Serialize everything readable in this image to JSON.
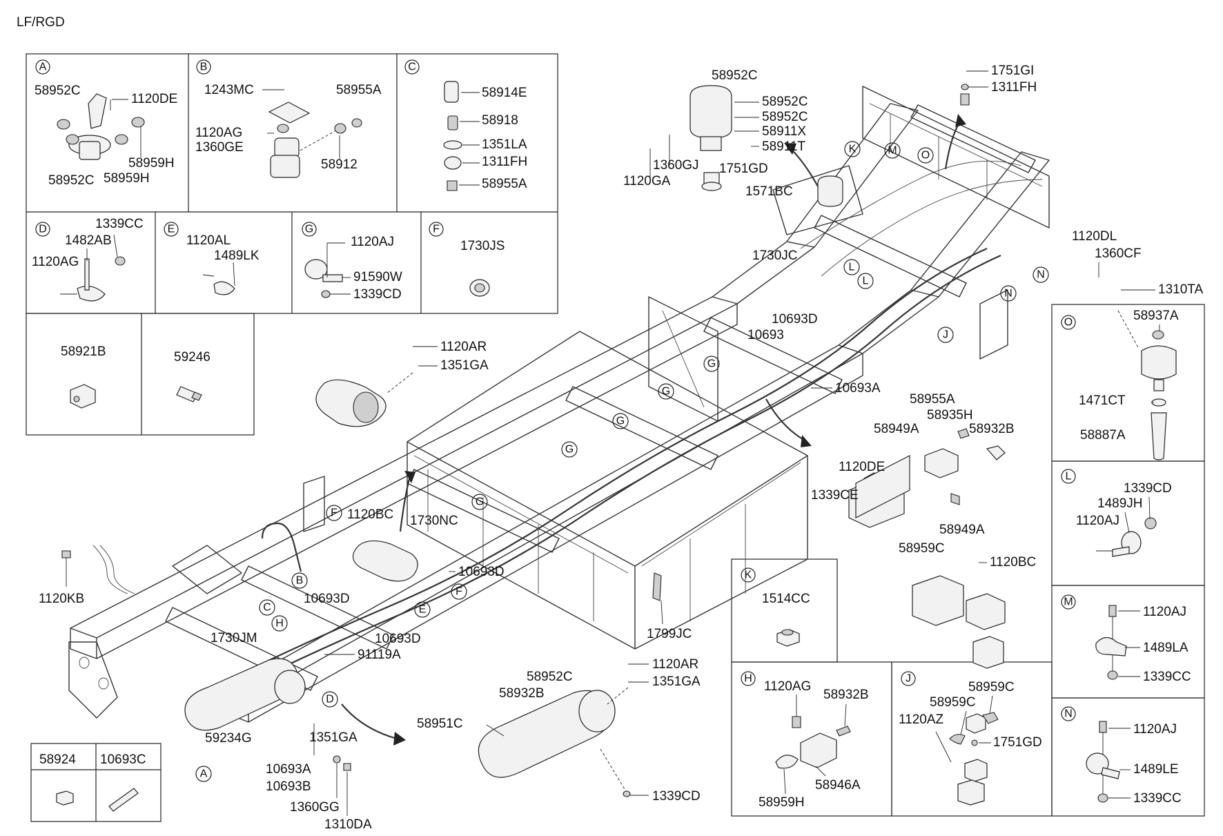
{
  "header": {
    "code": "LF/RGD"
  },
  "section_letters": {
    "A": "A",
    "B": "B",
    "C": "C",
    "D": "D",
    "E": "E",
    "F": "F",
    "G": "G",
    "H": "H",
    "J": "J",
    "K": "K",
    "L": "L",
    "M": "M",
    "N": "N",
    "O": "O"
  },
  "parts": {
    "p_58952C_a": "58952C",
    "p_1120DE_a": "1120DE",
    "p_58952C_b": "58952C",
    "p_58959H_a": "58959H",
    "p_58959H_b": "58959H",
    "p_1243MC": "1243MC",
    "p_58955A_b": "58955A",
    "p_1120AG_b": "1120AG",
    "p_1360GE": "1360GE",
    "p_58912": "58912",
    "p_58914E": "58914E",
    "p_58918": "58918",
    "p_1351LA": "1351LA",
    "p_1311FH_c": "1311FH",
    "p_58955A_c": "58955A",
    "p_1339CC_d": "1339CC",
    "p_1482AB": "1482AB",
    "p_1120AG_d": "1120AG",
    "p_1120AL": "1120AL",
    "p_1489LK": "1489LK",
    "p_1120AJ_g": "1120AJ",
    "p_91590W": "91590W",
    "p_1339CD_g": "1339CD",
    "p_1730JS": "1730JS",
    "p_58921B": "58921B",
    "p_59246": "59246",
    "p_58924": "58924",
    "p_10693C": "10693C",
    "p_1120AR_1": "1120AR",
    "p_1351GA_1": "1351GA",
    "p_58952C_top": "58952C",
    "p_58952C_t1": "58952C",
    "p_58952C_t2": "58952C",
    "p_58911X": "58911X",
    "p_58911T": "58911T",
    "p_1360GJ": "1360GJ",
    "p_1751GD_t": "1751GD",
    "p_1120GA": "1120GA",
    "p_1571BC": "1571BC",
    "p_1751GI": "1751GI",
    "p_1311FH_t": "1311FH",
    "p_1730JC": "1730JC",
    "p_1120DL": "1120DL",
    "p_1360CF": "1360CF",
    "p_1310TA": "1310TA",
    "p_10693D_1": "10693D",
    "p_10693": "10693",
    "p_10693A_1": "10693A",
    "p_58955A_m": "58955A",
    "p_58935H": "58935H",
    "p_58949A_1": "58949A",
    "p_58932B_m": "58932B",
    "p_1120DE_m": "1120DE",
    "p_1339CE": "1339CE",
    "p_58949A_2": "58949A",
    "p_58959C_m": "58959C",
    "p_1120BC_m": "1120BC",
    "p_1120BC_1": "1120BC",
    "p_1730NC": "1730NC",
    "p_10693D_2": "10693D",
    "p_10693D_3": "10693D",
    "p_10693D_4": "10693D",
    "p_1730JM": "1730JM",
    "p_91119A": "91119A",
    "p_1120KB": "1120KB",
    "p_59234G": "59234G",
    "p_1351GA_2": "1351GA",
    "p_10693A_2": "10693A",
    "p_10693B": "10693B",
    "p_1360GG": "1360GG",
    "p_1310DA": "1310DA",
    "p_1799JC": "1799JC",
    "p_1120AR_2": "1120AR",
    "p_1351GA_3": "1351GA",
    "p_58952C_tank": "58952C",
    "p_58932B_tank": "58932B",
    "p_58951C": "58951C",
    "p_1339CD_tank": "1339CD",
    "p_1514CC": "1514CC",
    "p_1120AG_h": "1120AG",
    "p_58932B_h": "58932B",
    "p_58946A": "58946A",
    "p_58959H_h": "58959H",
    "p_58959C_j1": "58959C",
    "p_58959C_j2": "58959C",
    "p_1120AZ": "1120AZ",
    "p_1751GD_j": "1751GD",
    "p_58937A": "58937A",
    "p_1471CT": "1471CT",
    "p_58887A": "58887A",
    "p_1339CD_l": "1339CD",
    "p_1489JH": "1489JH",
    "p_1120AJ_l": "1120AJ",
    "p_1120AJ_m": "1120AJ",
    "p_1489LA": "1489LA",
    "p_1339CC_m": "1339CC",
    "p_1120AJ_n": "1120AJ",
    "p_1489LE": "1489LE",
    "p_1339CC_n": "1339CC"
  },
  "colors": {
    "line": "#222222",
    "frame": "#333333",
    "background": "#ffffff"
  }
}
